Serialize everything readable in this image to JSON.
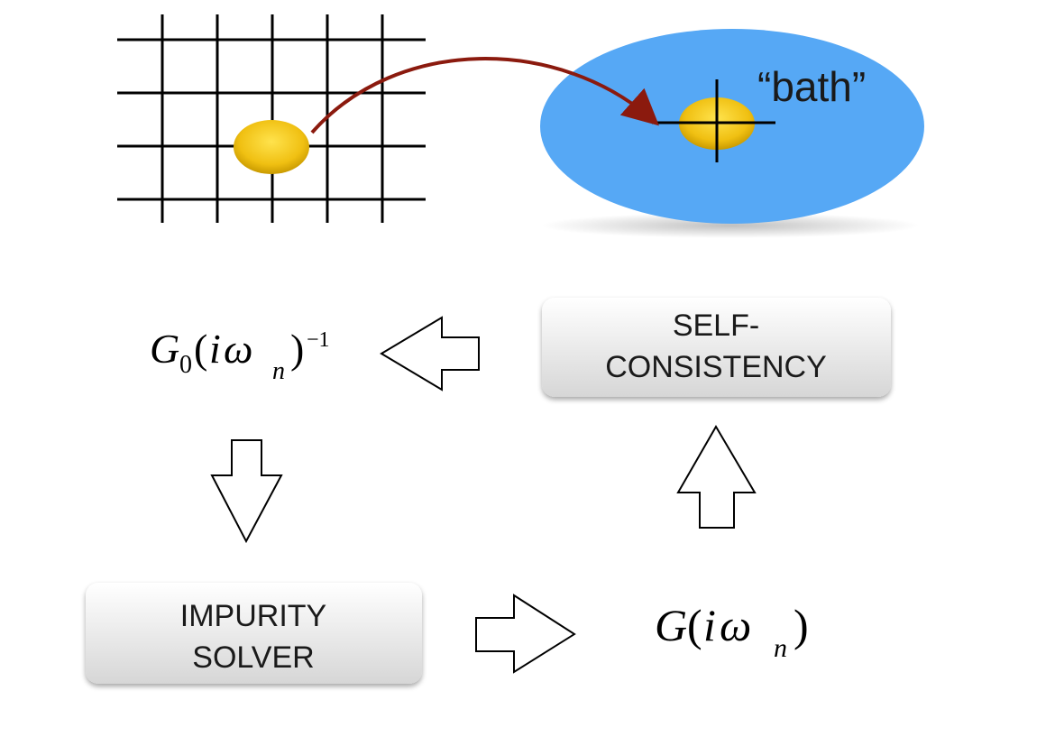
{
  "bath_label": "“bath”",
  "self_consistency": {
    "line1": "SELF-",
    "line2": "CONSISTENCY"
  },
  "impurity_solver": {
    "line1": "IMPURITY",
    "line2": "SOLVER"
  },
  "g0_inverse": {
    "symbol": "G",
    "subscript": "0",
    "paren_open": "(",
    "i": "i",
    "omega": "ω",
    "omega_sub": "n",
    "paren_close": ")",
    "exponent": "−1"
  },
  "g_local": {
    "symbol": "G",
    "paren_open": "(",
    "i": "i",
    "omega": "ω",
    "omega_sub": "n",
    "paren_close": ")"
  },
  "colors": {
    "grid": "#000000",
    "site": "#f2c81a",
    "site_dark": "#d9a800",
    "bath": "#56a8f5",
    "link_arrow": "#8b1a0e",
    "box_fill_top": "#ffffff",
    "box_fill_bottom": "#d9d9d9"
  }
}
